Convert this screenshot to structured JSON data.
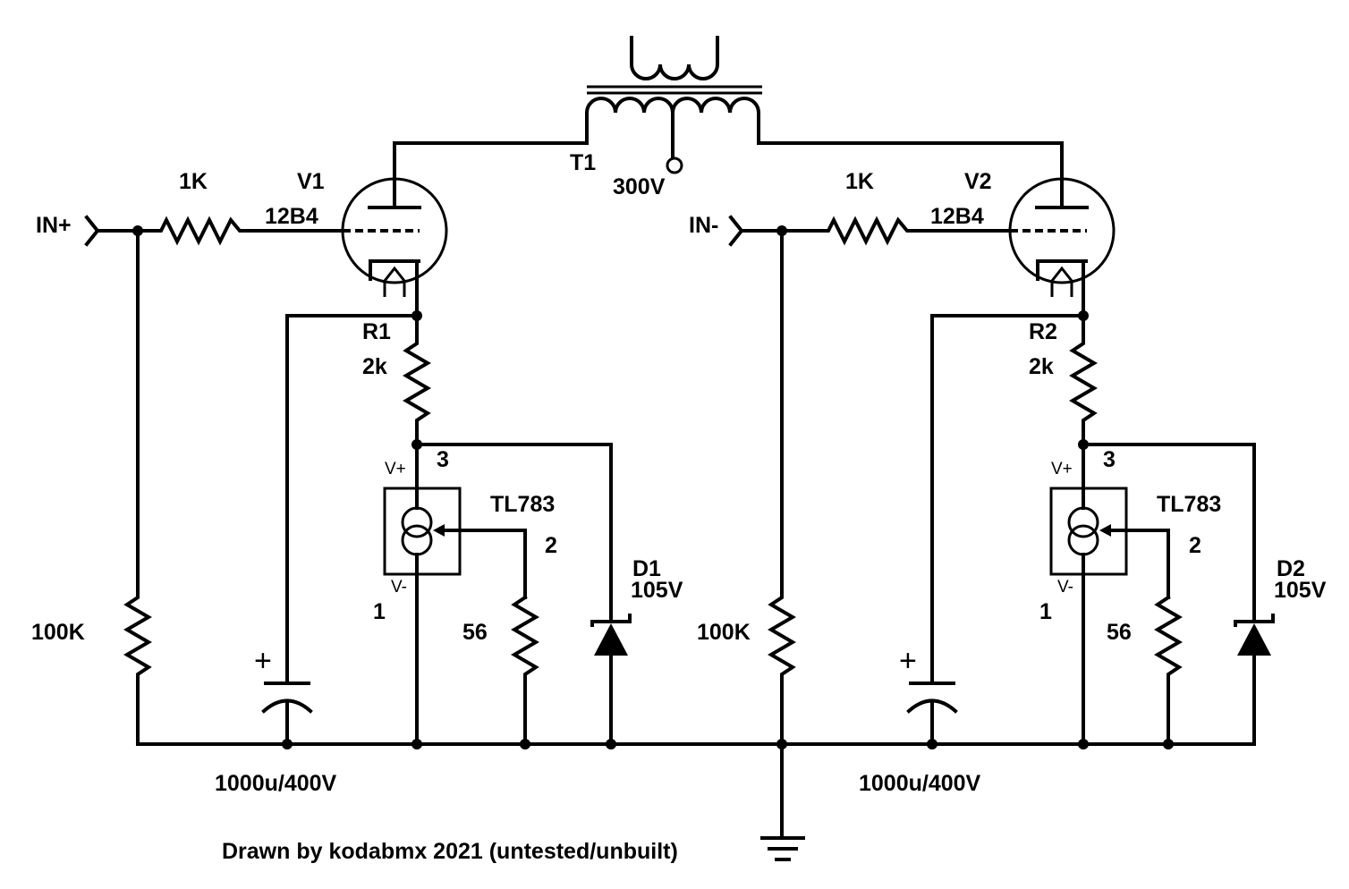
{
  "transformer": {
    "ref": "T1",
    "tap": "300V"
  },
  "inputs": {
    "positive": "IN+",
    "negative": "IN-"
  },
  "channels": [
    {
      "tube_ref": "V1",
      "tube_type": "12B4",
      "grid_resistor": "1K",
      "grid_leak": "100K",
      "cathode_res_ref": "R1",
      "cathode_res_value": "2k",
      "regulator": "TL783",
      "pin_vplus": "V+",
      "pin_vminus": "V-",
      "pin_1": "1",
      "pin_2": "2",
      "pin_3": "3",
      "adj_resistor": "56",
      "diode_ref": "D1",
      "diode_value": "105V",
      "capacitor": "1000u/400V",
      "cap_polarity": "+"
    },
    {
      "tube_ref": "V2",
      "tube_type": "12B4",
      "grid_resistor": "1K",
      "grid_leak": "100K",
      "cathode_res_ref": "R2",
      "cathode_res_value": "2k",
      "regulator": "TL783",
      "pin_vplus": "V+",
      "pin_vminus": "V-",
      "pin_1": "1",
      "pin_2": "2",
      "pin_3": "3",
      "adj_resistor": "56",
      "diode_ref": "D2",
      "diode_value": "105V",
      "capacitor": "1000u/400V",
      "cap_polarity": "+"
    }
  ],
  "credit": "Drawn by kodabmx 2021 (untested/unbuilt)"
}
